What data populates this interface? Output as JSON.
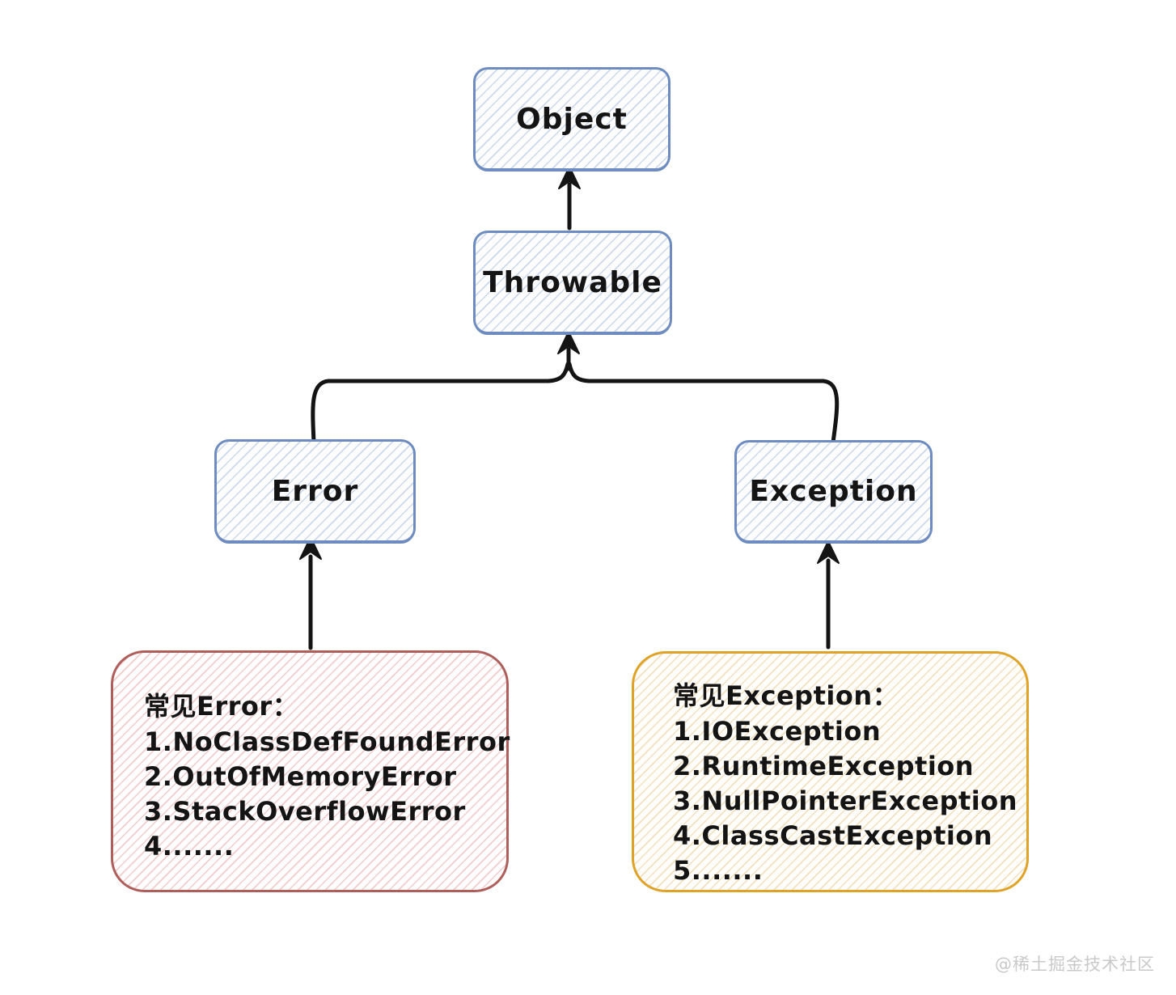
{
  "diagram": {
    "nodes": {
      "object": {
        "label": "Object"
      },
      "throwable": {
        "label": "Throwable"
      },
      "error": {
        "label": "Error"
      },
      "exception": {
        "label": "Exception"
      }
    },
    "error_note": {
      "title": "常见Error：",
      "items": [
        "1.NoClassDefFoundError",
        "2.OutOfMemoryError",
        "3.StackOverflowError",
        "4......."
      ]
    },
    "exception_note": {
      "title": "常见Exception：",
      "items": [
        "1.IOException",
        "2.RuntimeException",
        "3.NullPointerException",
        "4.ClassCastException",
        "5......."
      ]
    },
    "watermark": "@稀土掘金技术社区"
  },
  "colors": {
    "node-border": "#6e8cbf",
    "node-hatch": "#ccd8ec",
    "error-border": "#ae5f5c",
    "error-hatch": "#f2cdcd",
    "exception-border": "#dfa32a",
    "exception-hatch": "#f3e0c0",
    "arrow": "#141414",
    "text": "#141414",
    "watermark": "#c9c9c9"
  }
}
